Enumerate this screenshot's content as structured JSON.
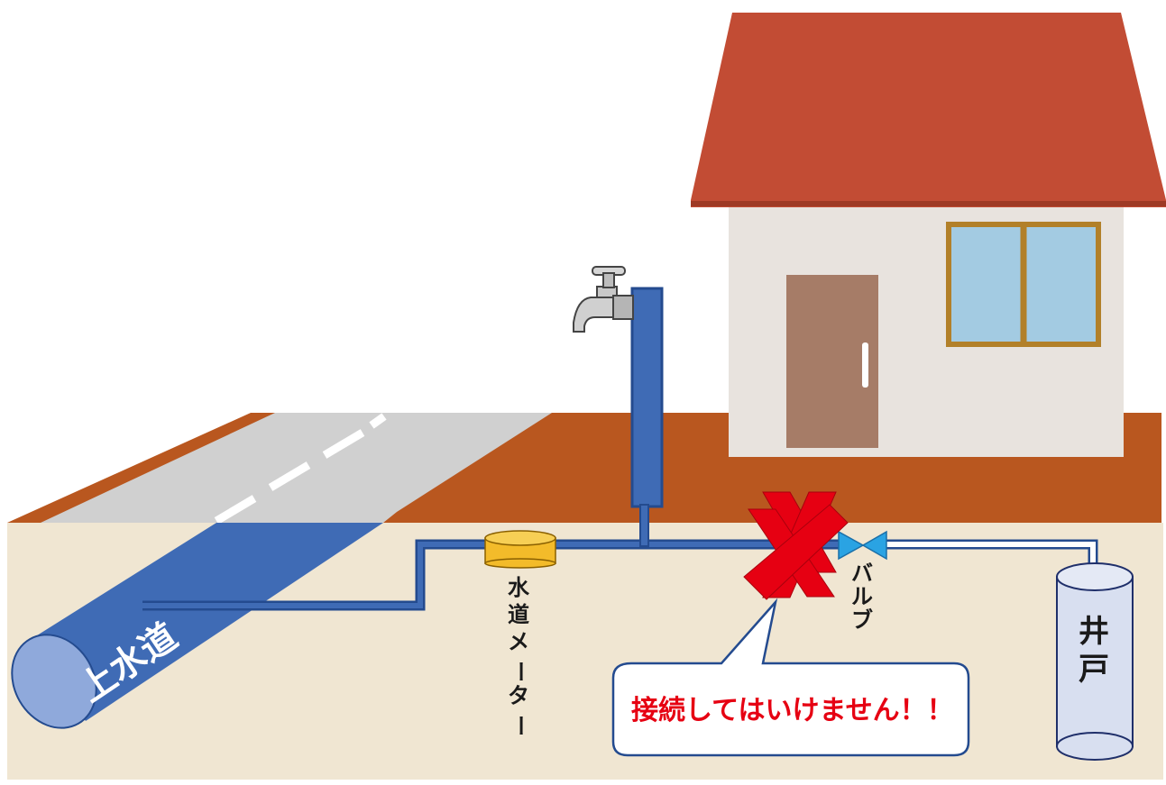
{
  "labels": {
    "water_main": "上水道",
    "water_meter": [
      "水",
      "道",
      "メ",
      "ー",
      "タ",
      "ー"
    ],
    "valve": [
      "バ",
      "ル",
      "ブ"
    ],
    "well": [
      "井",
      "戸"
    ],
    "warning": "接続してはいけません！！"
  },
  "colors": {
    "ground": "#f0e6d2",
    "soil": "#b9571f",
    "road": "#d0d0d0",
    "pipe": "#3f6bb5",
    "pipe_outline": "#244b8f",
    "roof": "#c24c34",
    "house_wall": "#e8e3de",
    "door": "#a67c67",
    "window_glass": "#a3cbe2",
    "window_frame": "#b28029",
    "meter": "#f3bb2a",
    "valve": "#2aa3e3",
    "warning_x": "#e60012",
    "warning_text": "#e60012",
    "well": "#d8dff0"
  },
  "icons": {
    "faucet": "faucet-icon",
    "cross": "cross-icon",
    "valve": "valve-icon"
  }
}
